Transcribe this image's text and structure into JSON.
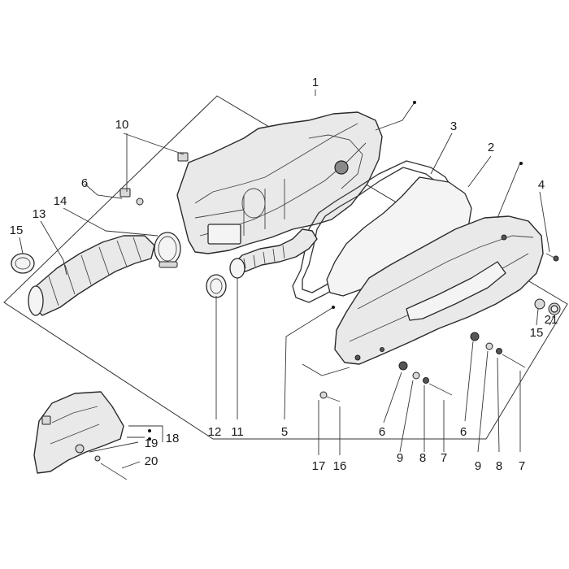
{
  "diagram": {
    "callouts": [
      {
        "id": "c1",
        "label": "1"
      },
      {
        "id": "c2",
        "label": "2"
      },
      {
        "id": "c3",
        "label": "3"
      },
      {
        "id": "c4",
        "label": "4"
      },
      {
        "id": "c5",
        "label": "5"
      },
      {
        "id": "c6a",
        "label": "6"
      },
      {
        "id": "c6b",
        "label": "6"
      },
      {
        "id": "c6c",
        "label": "6"
      },
      {
        "id": "c7a",
        "label": "7"
      },
      {
        "id": "c7b",
        "label": "7"
      },
      {
        "id": "c8a",
        "label": "8"
      },
      {
        "id": "c8b",
        "label": "8"
      },
      {
        "id": "c9a",
        "label": "9"
      },
      {
        "id": "c9b",
        "label": "9"
      },
      {
        "id": "c10",
        "label": "10"
      },
      {
        "id": "c11",
        "label": "11"
      },
      {
        "id": "c12",
        "label": "12"
      },
      {
        "id": "c13",
        "label": "13"
      },
      {
        "id": "c14",
        "label": "14"
      },
      {
        "id": "c15a",
        "label": "15"
      },
      {
        "id": "c15b",
        "label": "15"
      },
      {
        "id": "c16",
        "label": "16"
      },
      {
        "id": "c17",
        "label": "17"
      },
      {
        "id": "c18",
        "label": "18"
      },
      {
        "id": "c19",
        "label": "19"
      },
      {
        "id": "c20",
        "label": "20"
      },
      {
        "id": "c21",
        "label": "21"
      }
    ]
  }
}
